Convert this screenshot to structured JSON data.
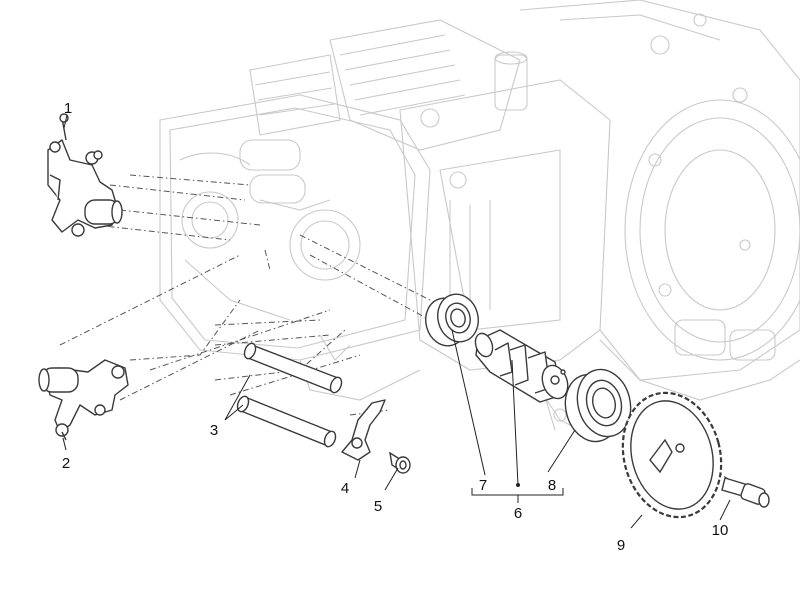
{
  "diagram": {
    "callouts": [
      {
        "id": "1",
        "label": "1"
      },
      {
        "id": "2",
        "label": "2"
      },
      {
        "id": "3",
        "label": "3"
      },
      {
        "id": "4",
        "label": "4"
      },
      {
        "id": "5",
        "label": "5"
      },
      {
        "id": "6",
        "label": "6"
      },
      {
        "id": "7",
        "label": "7"
      },
      {
        "id": "8",
        "label": "8"
      },
      {
        "id": "9",
        "label": "9"
      },
      {
        "id": "10",
        "label": "10"
      }
    ],
    "colors": {
      "engine_outline": "#c9c9c9",
      "part_outline": "#3a3a3a",
      "part_fill": "#ffffff",
      "leader": "#222222",
      "dash": "#555555"
    }
  }
}
